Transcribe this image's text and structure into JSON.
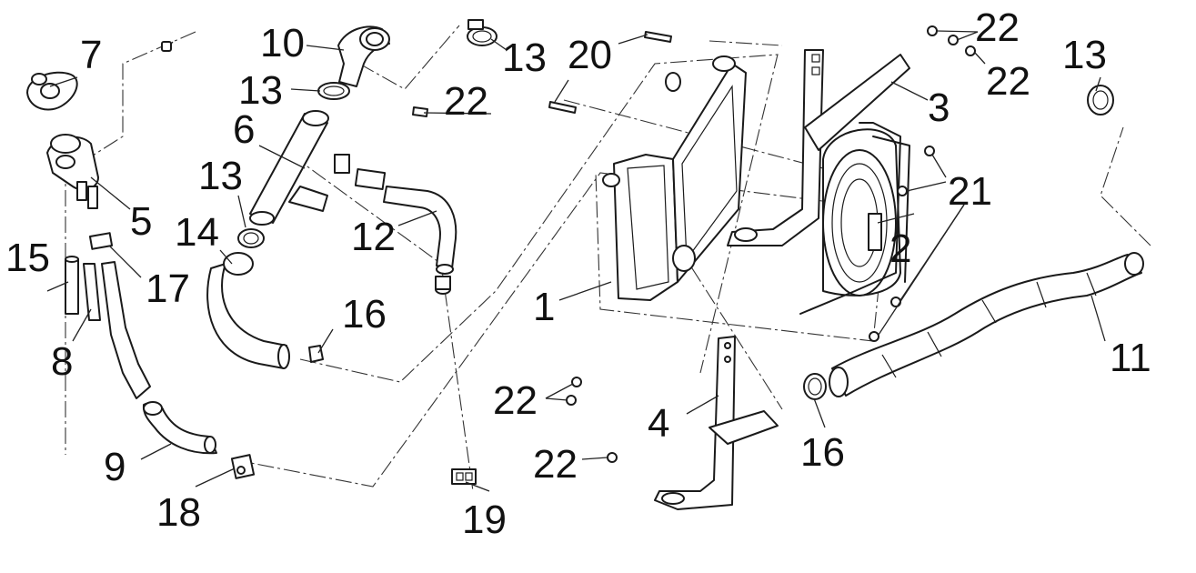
{
  "callouts": {
    "c1": "1",
    "c2": "2",
    "c3": "3",
    "c4": "4",
    "c5": "5",
    "c6": "6",
    "c7": "7",
    "c8": "8",
    "c9": "9",
    "c10": "10",
    "c11": "11",
    "c12": "12",
    "c13a": "13",
    "c13b": "13",
    "c13c": "13",
    "c13d": "13",
    "c14": "14",
    "c15": "15",
    "c16a": "16",
    "c16b": "16",
    "c17": "17",
    "c18": "18",
    "c19": "19",
    "c20": "20",
    "c21": "21",
    "c22a": "22",
    "c22b": "22",
    "c22c": "22",
    "c22d": "22",
    "c22e": "22"
  },
  "colors": {
    "line": "#1a1a1a",
    "background": "#ffffff"
  }
}
